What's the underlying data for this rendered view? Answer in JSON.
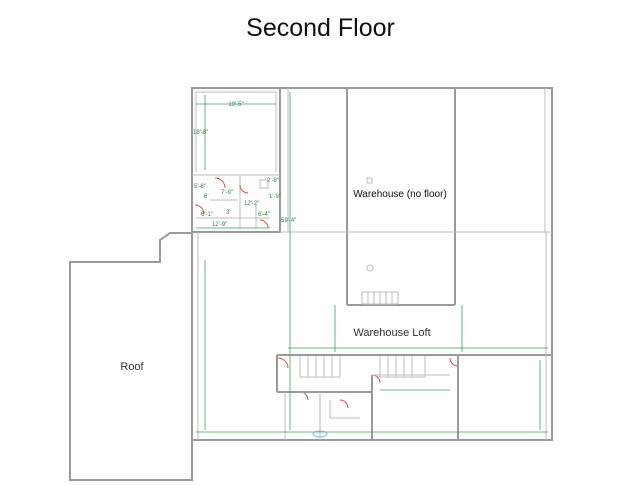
{
  "title": "Second Floor",
  "rooms": {
    "warehouse_no_floor": "Warehouse (no floor)",
    "warehouse_loft": "Warehouse Loft",
    "roof": "Roof"
  },
  "dimensions": {
    "office_width": "19'-5\"",
    "office_depth": "18'-8\"",
    "d_5_8": "5'-8\"",
    "d_6": "6'",
    "d_7_9": "7'-9\"",
    "d_2_8": "2'-8\"",
    "d_1_9": "1'-9\"",
    "d_12_2": "12'-2\"",
    "d_6_1": "6'-1\"",
    "d_3": "3'",
    "d_6_4": "6'-4\"",
    "d_12_9": "12'-9\"",
    "d_59_4": "59'-4\""
  }
}
